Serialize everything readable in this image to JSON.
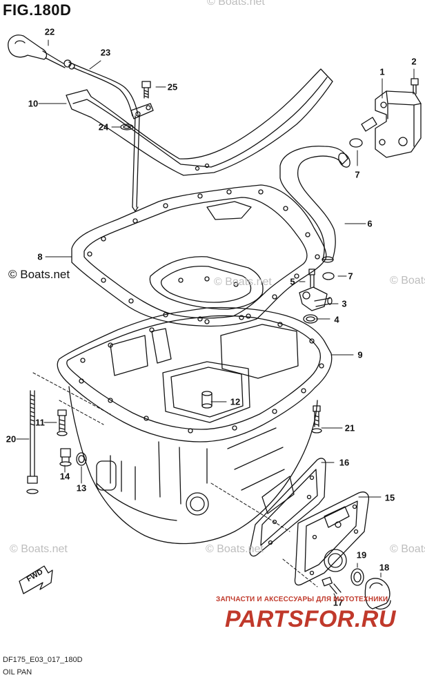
{
  "figure": {
    "title": "FIG.180D",
    "code": "DF175_E03_017_180D",
    "subtitle": "OIL PAN"
  },
  "callouts": [
    {
      "id": "22",
      "label": "22"
    },
    {
      "id": "23",
      "label": "23"
    },
    {
      "id": "25",
      "label": "25"
    },
    {
      "id": "10",
      "label": "10"
    },
    {
      "id": "24",
      "label": "24"
    },
    {
      "id": "1",
      "label": "1"
    },
    {
      "id": "2",
      "label": "2"
    },
    {
      "id": "7a",
      "label": "7"
    },
    {
      "id": "6",
      "label": "6"
    },
    {
      "id": "8",
      "label": "8"
    },
    {
      "id": "5",
      "label": "5"
    },
    {
      "id": "7b",
      "label": "7"
    },
    {
      "id": "3",
      "label": "3"
    },
    {
      "id": "4",
      "label": "4"
    },
    {
      "id": "9",
      "label": "9"
    },
    {
      "id": "12",
      "label": "12"
    },
    {
      "id": "11",
      "label": "11"
    },
    {
      "id": "20",
      "label": "20"
    },
    {
      "id": "21",
      "label": "21"
    },
    {
      "id": "16",
      "label": "16"
    },
    {
      "id": "14",
      "label": "14"
    },
    {
      "id": "13",
      "label": "13"
    },
    {
      "id": "15",
      "label": "15"
    },
    {
      "id": "19",
      "label": "19"
    },
    {
      "id": "18",
      "label": "18"
    },
    {
      "id": "17",
      "label": "17"
    }
  ],
  "direction_badge": "FWD",
  "watermarks": {
    "boats": "© Boats.net",
    "ru_line1": "ЗАПЧАСТИ И АКСЕССУАРЫ ДЛЯ МОТОТЕХНИКИ",
    "ru_line2": "PARTSFOR.RU"
  },
  "colors": {
    "ink": "#111111",
    "watermark_gray": "#bdbdbd",
    "watermark_red": "#c0392b"
  }
}
